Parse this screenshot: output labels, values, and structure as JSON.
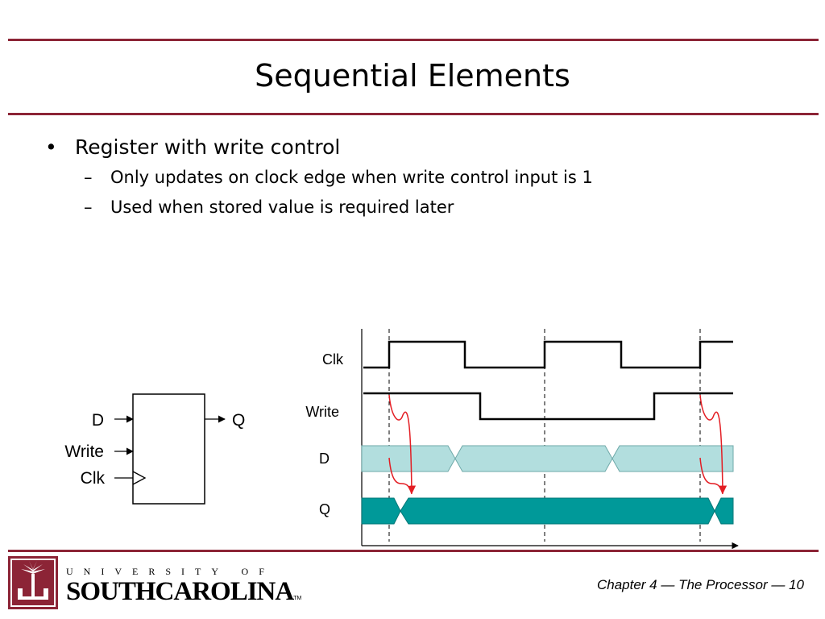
{
  "slide": {
    "title": "Sequential Elements",
    "bullets": [
      {
        "text": "Register with write control",
        "level": 1,
        "marker": "•"
      },
      {
        "text": "Only updates on clock edge when write control input is 1",
        "level": 2,
        "marker": "–"
      },
      {
        "text": "Used when stored value is required later",
        "level": 2,
        "marker": "–"
      }
    ]
  },
  "register": {
    "inputs": [
      "D",
      "Write",
      "Clk"
    ],
    "output": "Q"
  },
  "timing": {
    "signals": [
      "Clk",
      "Write",
      "D",
      "Q"
    ]
  },
  "footer": {
    "chapter": "Chapter 4 — The Processor — 10",
    "logo_top": "UNIVERSITY OF",
    "logo_main": "SOUTHCAROLINA",
    "logo_tm": "TM"
  },
  "colors": {
    "accent": "#8c2436",
    "d_fill": "#b2dede",
    "q_fill": "#009999",
    "arrow": "#e31e24"
  }
}
